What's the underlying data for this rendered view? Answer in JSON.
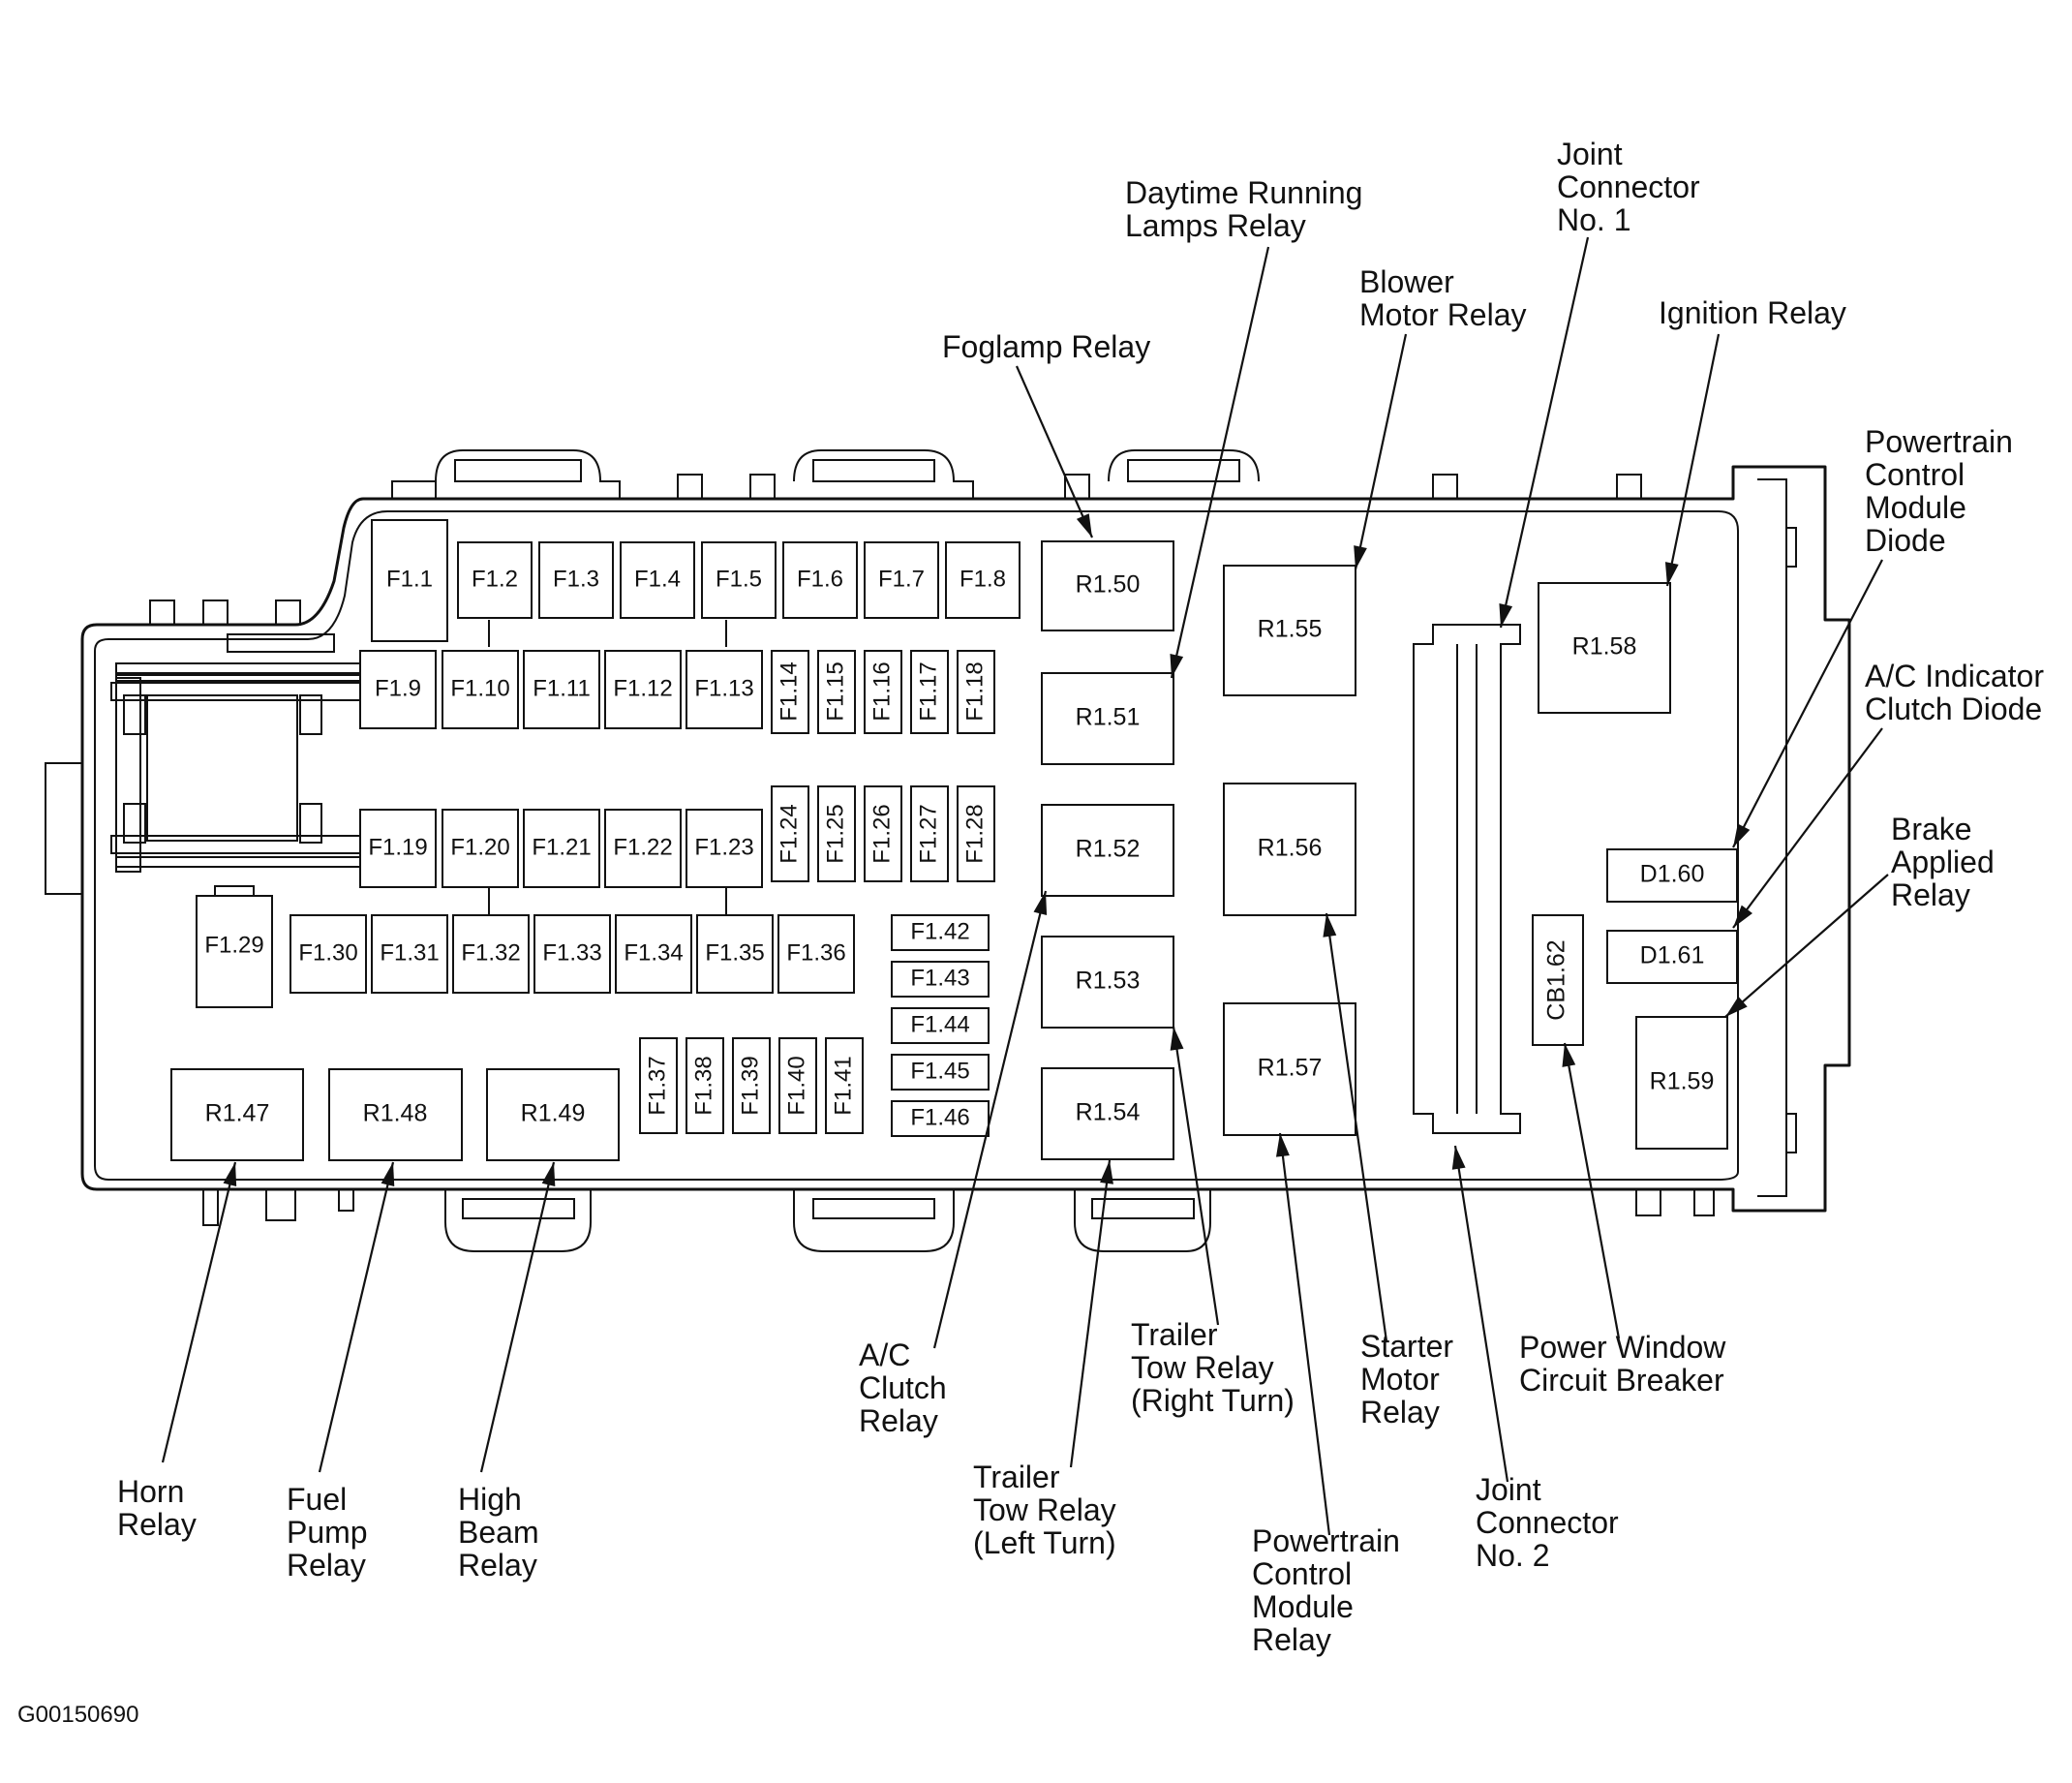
{
  "figure_code": "G00150690",
  "components": {
    "F1.1": "F1.1",
    "F1.2": "F1.2",
    "F1.3": "F1.3",
    "F1.4": "F1.4",
    "F1.5": "F1.5",
    "F1.6": "F1.6",
    "F1.7": "F1.7",
    "F1.8": "F1.8",
    "F1.9": "F1.9",
    "F1.10": "F1.10",
    "F1.11": "F1.11",
    "F1.12": "F1.12",
    "F1.13": "F1.13",
    "F1.14": "F1.14",
    "F1.15": "F1.15",
    "F1.16": "F1.16",
    "F1.17": "F1.17",
    "F1.18": "F1.18",
    "F1.19": "F1.19",
    "F1.20": "F1.20",
    "F1.21": "F1.21",
    "F1.22": "F1.22",
    "F1.23": "F1.23",
    "F1.24": "F1.24",
    "F1.25": "F1.25",
    "F1.26": "F1.26",
    "F1.27": "F1.27",
    "F1.28": "F1.28",
    "F1.29": "F1.29",
    "F1.30": "F1.30",
    "F1.31": "F1.31",
    "F1.32": "F1.32",
    "F1.33": "F1.33",
    "F1.34": "F1.34",
    "F1.35": "F1.35",
    "F1.36": "F1.36",
    "F1.37": "F1.37",
    "F1.38": "F1.38",
    "F1.39": "F1.39",
    "F1.40": "F1.40",
    "F1.41": "F1.41",
    "F1.42": "F1.42",
    "F1.43": "F1.43",
    "F1.44": "F1.44",
    "F1.45": "F1.45",
    "F1.46": "F1.46",
    "R1.47": "R1.47",
    "R1.48": "R1.48",
    "R1.49": "R1.49",
    "R1.50": "R1.50",
    "R1.51": "R1.51",
    "R1.52": "R1.52",
    "R1.53": "R1.53",
    "R1.54": "R1.54",
    "R1.55": "R1.55",
    "R1.56": "R1.56",
    "R1.57": "R1.57",
    "R1.58": "R1.58",
    "R1.59": "R1.59",
    "D1.60": "D1.60",
    "D1.61": "D1.61",
    "CB1.62": "CB1.62"
  },
  "callouts": {
    "daytime_running_lamps_relay": [
      "Daytime Running",
      "Lamps Relay"
    ],
    "foglamp_relay": [
      "Foglamp Relay"
    ],
    "blower_motor_relay": [
      "Blower",
      "Motor Relay"
    ],
    "joint_connector_1": [
      "Joint",
      "Connector",
      "No. 1"
    ],
    "ignition_relay": [
      "Ignition Relay"
    ],
    "pcm_diode": [
      "Powertrain",
      "Control",
      "Module",
      "Diode"
    ],
    "ac_indicator_clutch_diode": [
      "A/C Indicator",
      "Clutch Diode"
    ],
    "brake_applied_relay": [
      "Brake",
      "Applied",
      "Relay"
    ],
    "ac_clutch_relay": [
      "A/C",
      "Clutch",
      "Relay"
    ],
    "trailer_tow_right": [
      "Trailer",
      "Tow Relay",
      "(Right Turn)"
    ],
    "starter_motor_relay": [
      "Starter",
      "Motor",
      "Relay"
    ],
    "power_window_cb": [
      "Power Window",
      "Circuit Breaker"
    ],
    "trailer_tow_left": [
      "Trailer",
      "Tow Relay",
      "(Left Turn)"
    ],
    "pcm_relay": [
      "Powertrain",
      "Control",
      "Module",
      "Relay"
    ],
    "joint_connector_2": [
      "Joint",
      "Connector",
      "No. 2"
    ],
    "horn_relay": [
      "Horn",
      "Relay"
    ],
    "fuel_pump_relay": [
      "Fuel",
      "Pump",
      "Relay"
    ],
    "high_beam_relay": [
      "High",
      "Beam",
      "Relay"
    ]
  }
}
